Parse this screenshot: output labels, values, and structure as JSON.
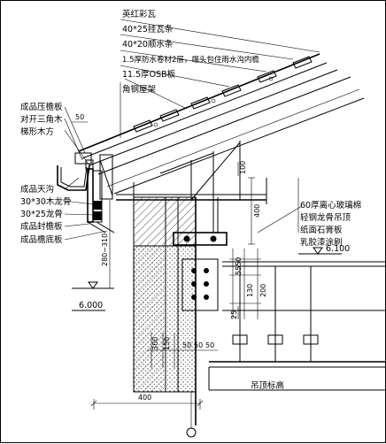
{
  "roof_labels": [
    "英红彩瓦",
    "40*25挂瓦条",
    "40*20顺水条",
    "1.5厚防水卷材2层，端头包住雨水沟内檐",
    "11.5厚OSB板",
    "角钢屋架"
  ],
  "left_labels_top": [
    "成品压檐板",
    "对开三角木",
    "梯形木方"
  ],
  "left_labels_bottom": [
    "成品天沟",
    "30*30木龙骨",
    "30*25龙骨",
    "成品封檐板",
    "成品檐底板"
  ],
  "right_labels": [
    "60厚离心玻璃棉",
    "轻钢龙骨吊顶",
    "纸面石膏板",
    "乳胶漆涂刷"
  ],
  "ceiling_label": "吊顶标高",
  "elevations": {
    "left": "6.000",
    "right": "6.100"
  },
  "dimensions": {
    "d50_top": "50",
    "d100": "100",
    "d400_right": "400",
    "d280_310": "280~310",
    "d5550": "5550",
    "d130": "130",
    "d200": "200",
    "d25": "25",
    "d400_bottom": "400",
    "d300": "300",
    "d150": "150",
    "d50a": "50",
    "d50b": "50",
    "d50c": "50"
  }
}
